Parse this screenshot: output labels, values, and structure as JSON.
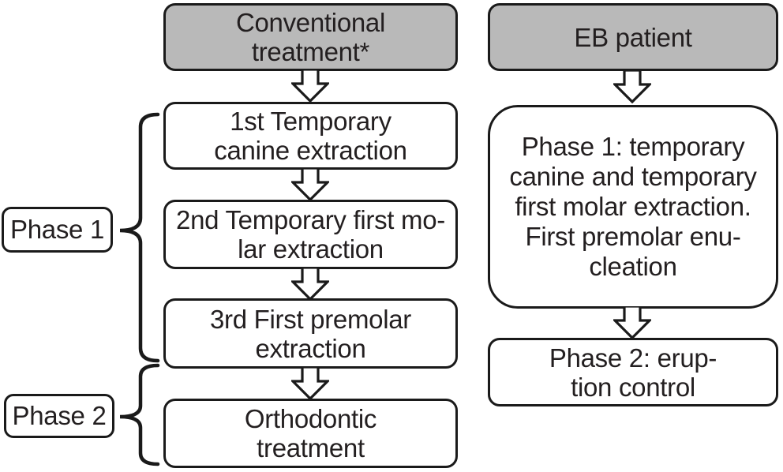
{
  "figure": {
    "type": "flowchart",
    "colors": {
      "background": "#ffffff",
      "header_fill": "#b9b9b9",
      "step_fill": "#ffffff",
      "outline": "#1a1a1a",
      "text": "#231f20"
    },
    "left_column": {
      "header": "Conventional\ntreatment*",
      "steps": [
        "1st Temporary\ncanine extraction",
        "2nd Temporary first mo-\nlar extraction",
        "3rd First premolar\nextraction",
        "Orthodontic\ntreatment"
      ]
    },
    "right_column": {
      "header": "EB patient",
      "steps": [
        "Phase 1: temporary\ncanine and temporary\nfirst molar extraction.\nFirst premolar enu-\ncleation",
        "Phase 2: erup-\ntion control"
      ]
    },
    "phase_labels": [
      "Phase 1",
      "Phase 2"
    ]
  }
}
